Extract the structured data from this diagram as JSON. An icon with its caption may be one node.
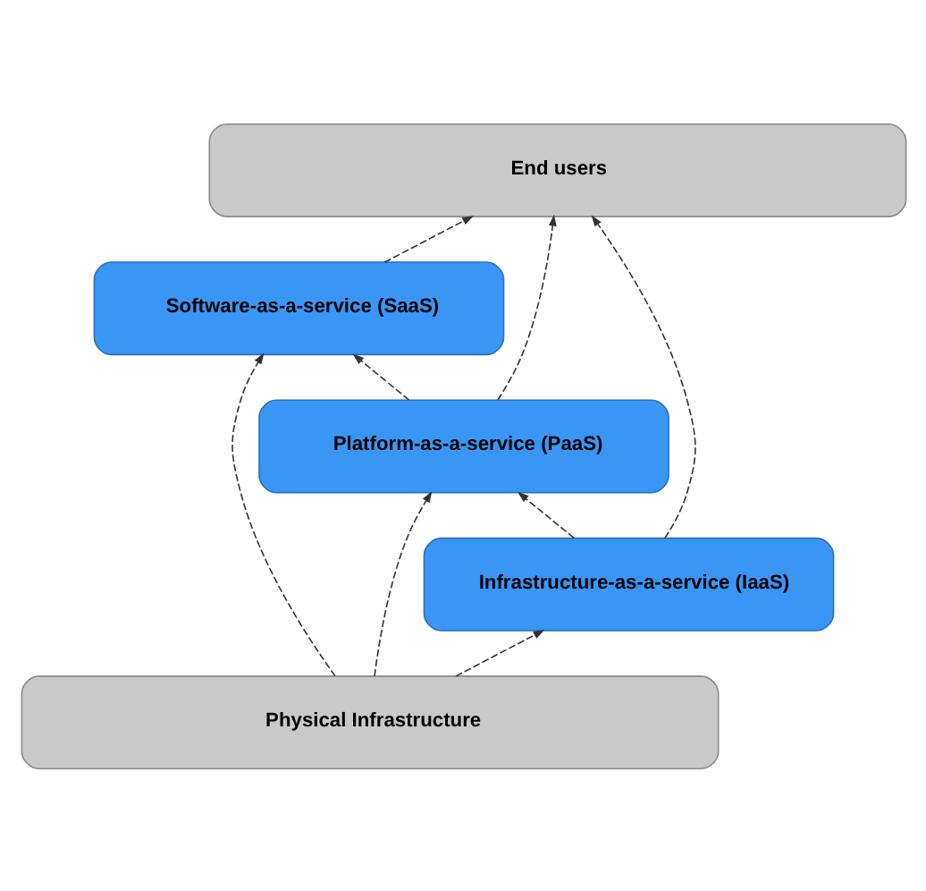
{
  "diagram": {
    "nodes": [
      {
        "text": [
          "End users"
        ]
      },
      {
        "text": [
          "Software-as-a-service (SaaS)"
        ]
      },
      {
        "text": [
          "Platform-as-a-service (PaaS)"
        ]
      },
      {
        "text": [
          "Infrastructure-as-a-service (IaaS)"
        ]
      },
      {
        "text": [
          "Physical Infrastructure"
        ]
      }
    ],
    "edges": [
      {
        "from": 1,
        "to": 0,
        "arrow": "to",
        "style": "dashed"
      },
      {
        "from": 2,
        "to": 0,
        "arrow": "to",
        "style": "dashed"
      },
      {
        "from": 3,
        "to": 0,
        "arrow": "to",
        "style": "dashed"
      },
      {
        "from": 2,
        "to": 1,
        "arrow": "to",
        "style": "dashed"
      },
      {
        "from": 4,
        "to": 1,
        "arrow": "to",
        "style": "dashed"
      },
      {
        "from": 3,
        "to": 2,
        "arrow": "to",
        "style": "dashed"
      },
      {
        "from": 4,
        "to": 2,
        "arrow": "to",
        "style": "dashed"
      },
      {
        "from": 4,
        "to": 3,
        "arrow": "to",
        "style": "dashed"
      }
    ]
  }
}
